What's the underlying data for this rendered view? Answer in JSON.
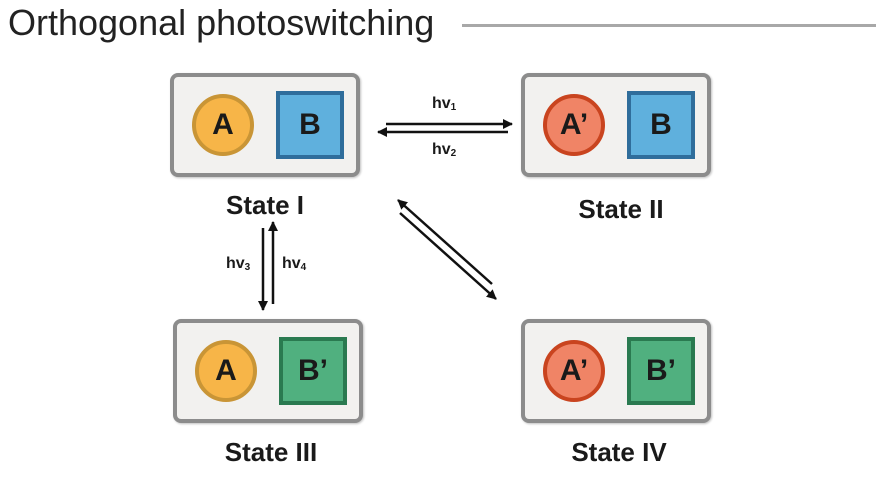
{
  "title": "Orthogonal photoswitching",
  "states": [
    {
      "label": "State I",
      "circle": "A",
      "square": "B"
    },
    {
      "label": "State II",
      "circle": "A’",
      "square": "B"
    },
    {
      "label": "State III",
      "circle": "A",
      "square": "B’"
    },
    {
      "label": "State IV",
      "circle": "A’",
      "square": "B’"
    }
  ],
  "transitions": {
    "hv1": {
      "base": "hv",
      "sub": "1"
    },
    "hv2": {
      "base": "hv",
      "sub": "2"
    },
    "hv3": {
      "base": "hv",
      "sub": "3"
    },
    "hv4": {
      "base": "hv",
      "sub": "4"
    }
  },
  "colors": {
    "A": "#f7b548",
    "A_prime": "#f08466",
    "B": "#5fb0dd",
    "B_prime": "#50b07f",
    "box_border": "#8c8c8c",
    "rule": "#a8a8a8"
  }
}
